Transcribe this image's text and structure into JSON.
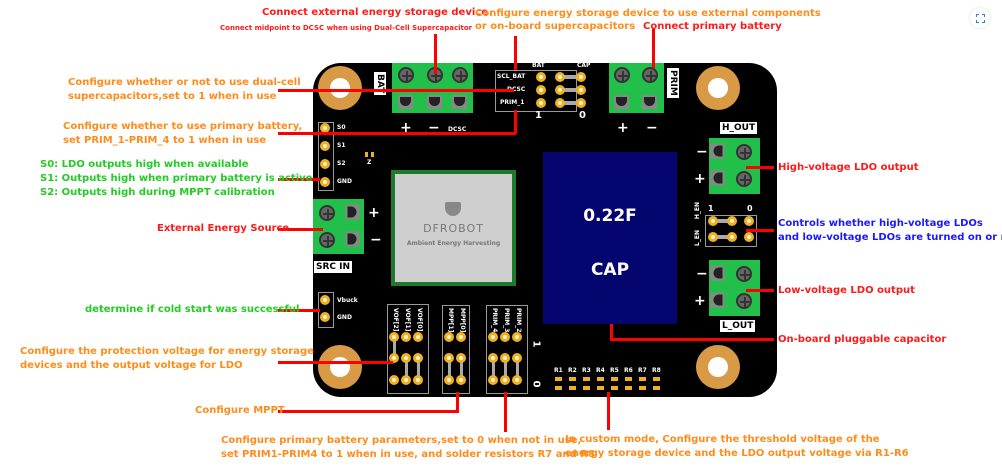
{
  "annotations": {
    "ext_storage_title": "Connect external energy storage device",
    "ext_storage_sub": "Connect midpoint to DCSC when using Dual-Cell Supercapacitor",
    "config_storage_line1": "Configure energy storage device to use external components",
    "config_storage_line2": "or on-board supercapacitors",
    "primary_battery": "Connect primary battery",
    "dual_cell_line1": "Configure whether or not to use dual-cell",
    "dual_cell_line2": "supercapacitors,set to 1 when in use",
    "use_primary_line1": "Configure whether to use  primary battery,",
    "use_primary_line2": "set PRIM_1-PRIM_4 to 1 when in use",
    "s0": "S0: LDO outputs high when available",
    "s1": "S1: Outputs high when primary battery is active",
    "s2": "S2: Outputs high during MPPT calibration",
    "ext_source": "External Energy Source",
    "cold_start": "determine if cold start was successful",
    "protection_line1": "Configure the protection voltage for energy storage",
    "protection_line2": "devices and the output voltage for LDO",
    "mppt": "Configure MPPT",
    "prim_params_line1": "Configure primary battery parameters,set to 0 when not in use,",
    "prim_params_line2": "set PRIM1-PRIM4 to 1 when in use, and solder resistors R7 and R8",
    "custom_line1": "In custom mode, Configure the threshold voltage of the",
    "custom_line2": "energy storage device and the LDO output voltage via R1-R6",
    "hv_out": "High-voltage LDO output",
    "ldo_en_line1": "Controls whether high-voltage LDOs",
    "ldo_en_line2": "and low-voltage LDOs are turned on or not",
    "lv_out": "Low-voltage LDO output",
    "onboard_cap": "On-board pluggable capacitor"
  },
  "board": {
    "bat_label": "BAT",
    "bat_pins": [
      "+",
      "−",
      "DCSC"
    ],
    "sel_header": {
      "col_bat": "BAT",
      "col_cap": "CAP",
      "rows": [
        "SCL_BAT",
        "DCSC",
        "PRIM_1"
      ],
      "one": "1",
      "zero": "0"
    },
    "prim_label": "PRIM",
    "prim_pins": [
      "+",
      "−"
    ],
    "status_pins": [
      "S0",
      "S1",
      "S2",
      "GND"
    ],
    "z_label": "Z",
    "src_in_label": "SRC IN",
    "src_pins": [
      "+",
      "−"
    ],
    "module_brand": "DFROBOT",
    "module_sub": "Ambient Energy Harvesting",
    "cap_value": "0.22F",
    "cap_label": "CAP",
    "h_out_label": "H_OUT",
    "l_out_label": "L_OUT",
    "out_pins": [
      "−",
      "+"
    ],
    "en_header": {
      "rows": [
        "H_EN",
        "L_EN"
      ],
      "one": "1",
      "zero": "0"
    },
    "vbuck_pins": [
      "Vbuck",
      "GND"
    ],
    "vof_labels": [
      "VOF[2]",
      "VOF[1]",
      "VOF[0]"
    ],
    "mpp_labels": [
      "MPP[1]",
      "MPP[0]"
    ],
    "prim_cfg_labels": [
      "PRIM_4",
      "PRIM_3",
      "PRIM_2"
    ],
    "jumper_one": "1",
    "jumper_zero": "0",
    "resistors": [
      "R1",
      "R2",
      "R3",
      "R4",
      "R5",
      "R6",
      "R7",
      "R8"
    ]
  },
  "ui": {
    "expand_icon": "expand-icon"
  }
}
